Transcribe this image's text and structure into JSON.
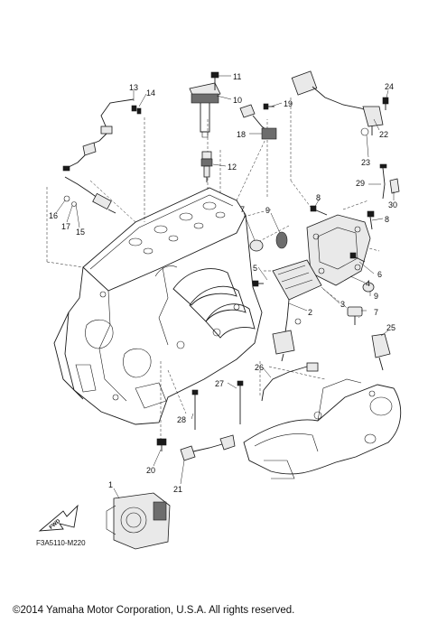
{
  "diagram": {
    "code": "F3A5110-M220",
    "copyright": "©2014 Yamaha Motor Corporation, U.S.A. All rights reserved.",
    "direction_label": "FWD"
  },
  "callouts": [
    {
      "id": "c1",
      "label": "1"
    },
    {
      "id": "c2",
      "label": "2"
    },
    {
      "id": "c3",
      "label": "3"
    },
    {
      "id": "c4",
      "label": "4"
    },
    {
      "id": "c5",
      "label": "5"
    },
    {
      "id": "c6",
      "label": "6"
    },
    {
      "id": "c7a",
      "label": "7"
    },
    {
      "id": "c7b",
      "label": "7"
    },
    {
      "id": "c8a",
      "label": "8"
    },
    {
      "id": "c8b",
      "label": "8"
    },
    {
      "id": "c9a",
      "label": "9"
    },
    {
      "id": "c9b",
      "label": "9"
    },
    {
      "id": "c10",
      "label": "10"
    },
    {
      "id": "c11",
      "label": "11"
    },
    {
      "id": "c12",
      "label": "12"
    },
    {
      "id": "c13",
      "label": "13"
    },
    {
      "id": "c14",
      "label": "14"
    },
    {
      "id": "c15",
      "label": "15"
    },
    {
      "id": "c16",
      "label": "16"
    },
    {
      "id": "c17",
      "label": "17"
    },
    {
      "id": "c18",
      "label": "18"
    },
    {
      "id": "c19",
      "label": "19"
    },
    {
      "id": "c20",
      "label": "20"
    },
    {
      "id": "c21",
      "label": "21"
    },
    {
      "id": "c22",
      "label": "22"
    },
    {
      "id": "c23",
      "label": "23"
    },
    {
      "id": "c24",
      "label": "24"
    },
    {
      "id": "c25",
      "label": "25"
    },
    {
      "id": "c26",
      "label": "26"
    },
    {
      "id": "c27",
      "label": "27"
    },
    {
      "id": "c28",
      "label": "28"
    },
    {
      "id": "c29",
      "label": "29"
    },
    {
      "id": "c30",
      "label": "30"
    }
  ]
}
